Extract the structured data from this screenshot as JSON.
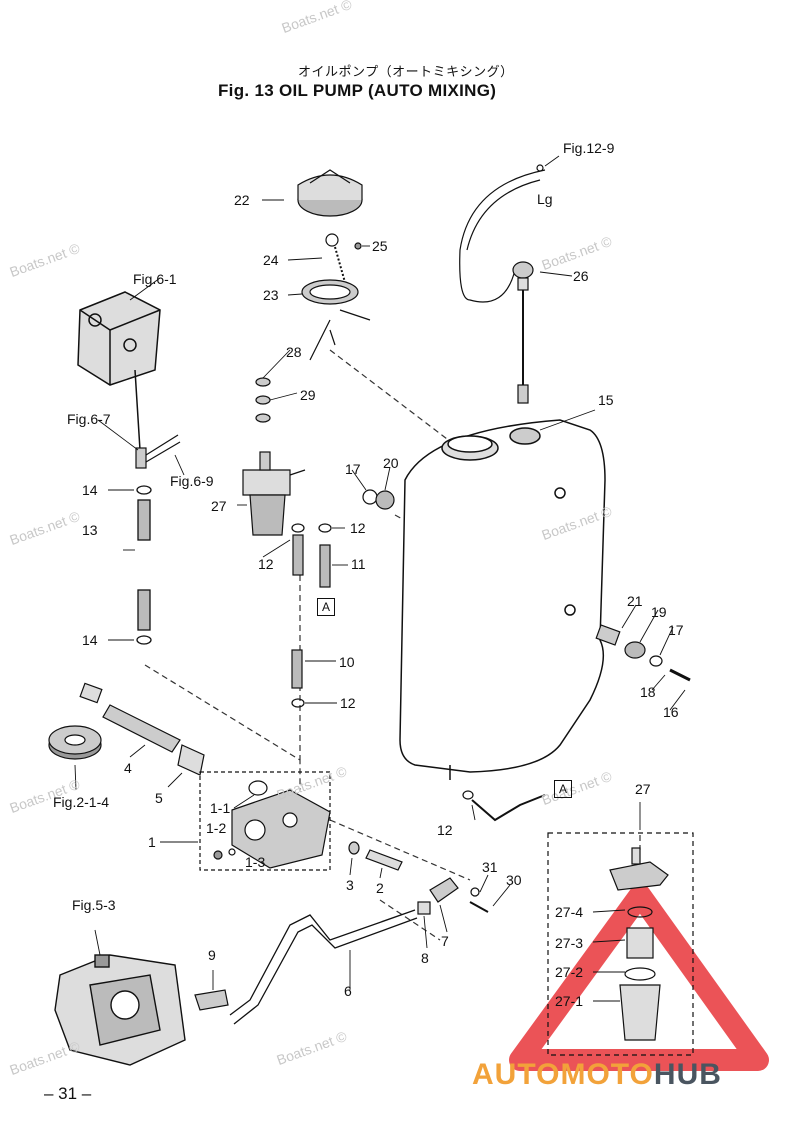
{
  "title": {
    "japanese": "オイルポンプ（オートミキシング）",
    "english": "Fig. 13   OIL PUMP (AUTO MIXING)"
  },
  "labels": {
    "fig12_9": "Fig.12-9",
    "lg": "Lg",
    "fig6_1": "Fig.6-1",
    "fig6_7": "Fig.6-7",
    "fig6_9": "Fig.6-9",
    "fig2_1_4": "Fig.2-1-4",
    "fig5_3": "Fig.5-3",
    "p1": "1",
    "p1_1": "1-1",
    "p1_2": "1-2",
    "p1_3": "1-3",
    "p2": "2",
    "p3": "3",
    "p4": "4",
    "p5": "5",
    "p6": "6",
    "p7": "7",
    "p8": "8",
    "p9": "9",
    "p10": "10",
    "p11": "11",
    "p12a": "12",
    "p12b": "12",
    "p12c": "12",
    "p12d": "12",
    "p13": "13",
    "p14a": "14",
    "p14b": "14",
    "p15": "15",
    "p16": "16",
    "p17a": "17",
    "p17b": "17",
    "p18": "18",
    "p19": "19",
    "p20": "20",
    "p21": "21",
    "p22": "22",
    "p23": "23",
    "p24": "24",
    "p25": "25",
    "p26": "26",
    "p27a": "27",
    "p27b": "27",
    "p27_1": "27-1",
    "p27_2": "27-2",
    "p27_3": "27-3",
    "p27_4": "27-4",
    "p28": "28",
    "p29": "29",
    "p30": "30",
    "p31": "31",
    "boxA1": "A",
    "boxA2": "A"
  },
  "watermark": "Boats.net ©",
  "page_number": "– 31 –",
  "logo": {
    "part1": "AUTOMOTO",
    "part2": "HUB",
    "color1": "#f2a23a",
    "color2": "#4a5560",
    "triangle_color": "#e8353a"
  }
}
